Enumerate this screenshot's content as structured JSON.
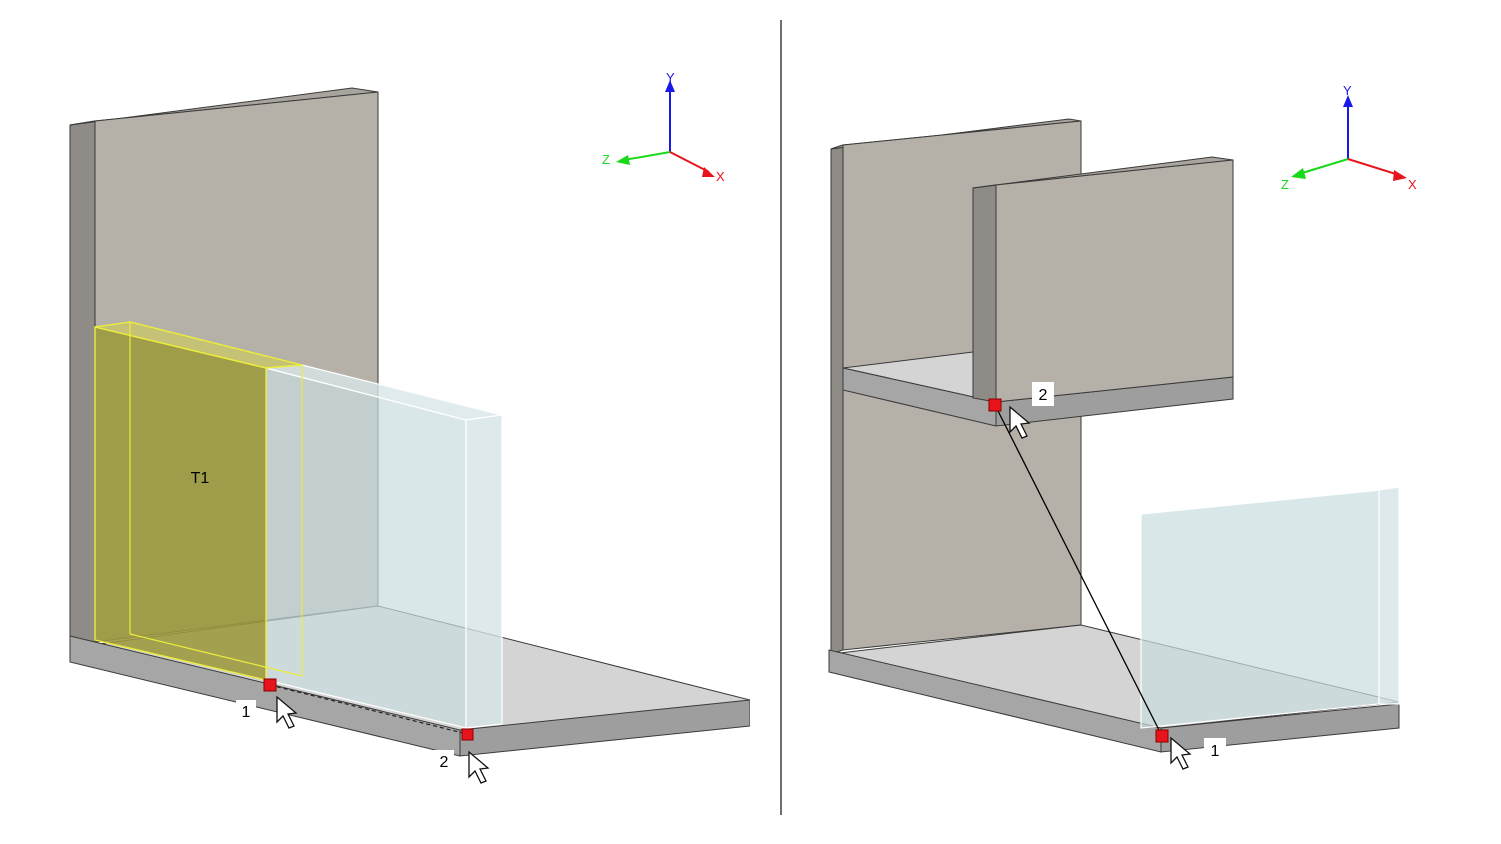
{
  "left_view": {
    "object_label": "T1",
    "point_labels": [
      "1",
      "2"
    ],
    "axes": {
      "y": "Y",
      "z": "Z",
      "x": "X"
    }
  },
  "right_view": {
    "point_labels": [
      "2",
      "1"
    ],
    "axes": {
      "y": "Y",
      "z": "Z",
      "x": "X"
    }
  },
  "colors": {
    "wall_face": "#b5b0a8",
    "wall_side": "#8f8b86",
    "slab_top": "#d4d4d4",
    "slab_edge": "#a6a6a6",
    "glass": "#c9dde0",
    "highlight": "#9c9a3c",
    "highlight_stroke": "#ecec3c",
    "snap_point": "#e8141c",
    "axis_x": "#e8141c",
    "axis_y": "#1a1ae8",
    "axis_z": "#1ad81a"
  }
}
